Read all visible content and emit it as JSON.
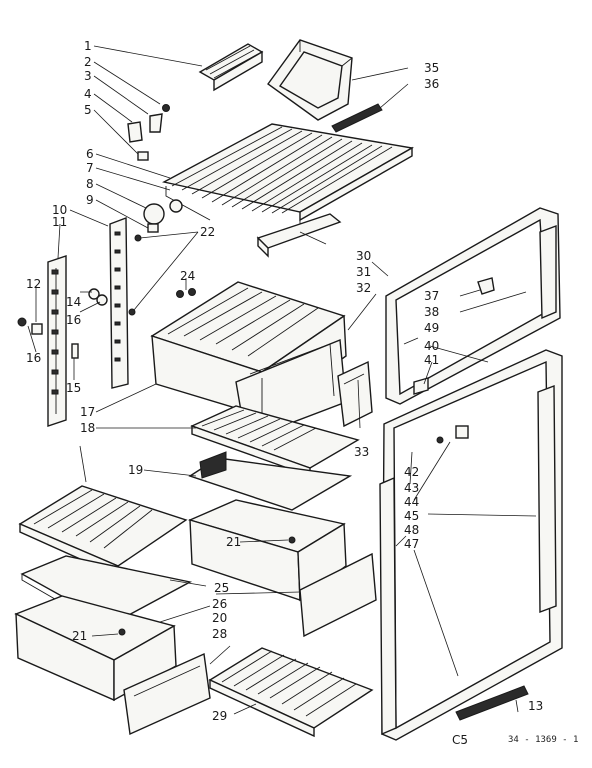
{
  "diagram": {
    "labels": [
      "1",
      "2",
      "3",
      "4",
      "5",
      "6",
      "7",
      "8",
      "9",
      "10",
      "11",
      "12",
      "13",
      "14",
      "15",
      "16",
      "16",
      "17",
      "18",
      "19",
      "20",
      "21",
      "21",
      "22",
      "24",
      "25",
      "26",
      "28",
      "29",
      "30",
      "31",
      "32",
      "33",
      "35",
      "36",
      "37",
      "38",
      "40",
      "41",
      "42",
      "43",
      "44",
      "45",
      "47",
      "48",
      "49"
    ],
    "drawing_code": "C5",
    "drawing_number": "34 - 1369 - 1"
  }
}
